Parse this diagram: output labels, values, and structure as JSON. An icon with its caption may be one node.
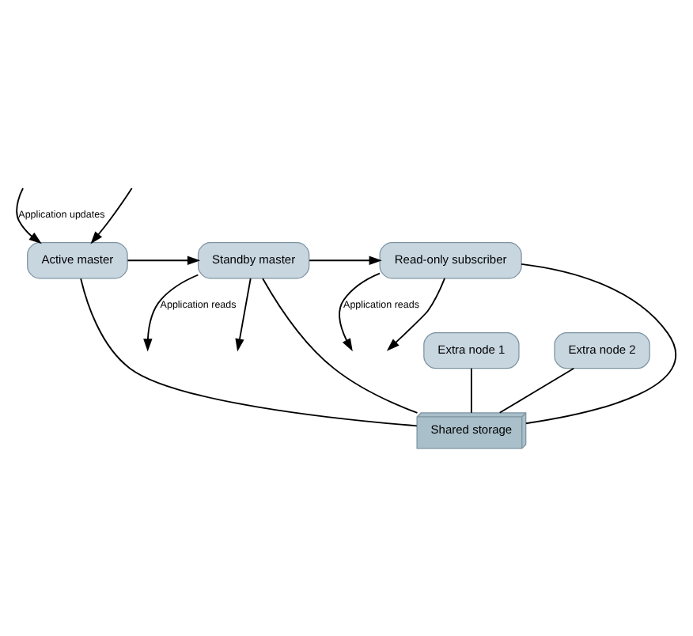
{
  "diagram": {
    "nodes": [
      {
        "text": [
          "Active master"
        ]
      },
      {
        "text": [
          "Standby master"
        ]
      },
      {
        "text": [
          "Read-only subscriber"
        ]
      },
      {
        "text": [
          "Extra node 1"
        ]
      },
      {
        "text": [
          "Extra node 2"
        ]
      },
      {
        "text": [
          "Shared storage"
        ]
      }
    ],
    "edges": [
      {
        "from": null,
        "to": 0,
        "arrow": "to",
        "label": "Application updates"
      },
      {
        "from": null,
        "to": 0,
        "arrow": "to"
      },
      {
        "from": 1,
        "to": null,
        "arrow": "to",
        "label": "Application reads"
      },
      {
        "from": 1,
        "to": null,
        "arrow": "to"
      },
      {
        "from": 2,
        "to": null,
        "arrow": "to",
        "label": "Application reads"
      },
      {
        "from": 2,
        "to": null,
        "arrow": "to"
      },
      {
        "from": 0,
        "to": 1,
        "arrow": "to"
      },
      {
        "from": 1,
        "to": 2,
        "arrow": "to"
      },
      {
        "from": 0,
        "to": 5,
        "arrow": "none"
      },
      {
        "from": 1,
        "to": 5,
        "arrow": "none"
      },
      {
        "from": 2,
        "to": 5,
        "arrow": "none"
      },
      {
        "from": 3,
        "to": 5,
        "arrow": "none"
      },
      {
        "from": 4,
        "to": 5,
        "arrow": "none"
      }
    ]
  }
}
